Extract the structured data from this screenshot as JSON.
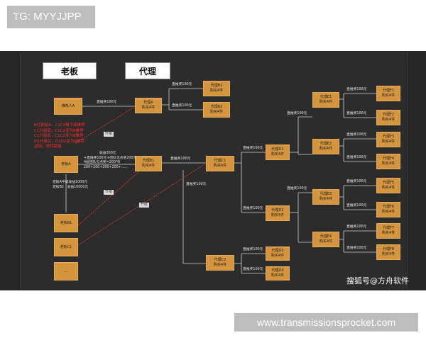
{
  "top_tag": "TG: MYYJJPP",
  "headers": {
    "boss": "老板",
    "agent": "代理"
  },
  "red_note": [
    "B打款给A，C1C2做下级推荐",
    "C1升级后，C1C2变为B推荐",
    "C1升级后，C1C2变为B推荐",
    "D1升级后，D1D2变为B推荐",
    "返回，流转链路"
  ],
  "nodes": {
    "recommender_a": [
      "推荐人A"
    ],
    "boss_a": [
      "老板A"
    ],
    "boss_b1": [
      "老板B1"
    ],
    "boss_c1": [
      "老板C1"
    ],
    "ellipsis": [
      "..."
    ],
    "agent_a": [
      "代理A",
      "购买4件"
    ],
    "agent_b1_top": [
      "代理B1",
      "购买4件"
    ],
    "agent_b2_top": [
      "代理B2",
      "购买4件"
    ],
    "agent_b1": [
      "代理B1",
      "购买4件"
    ],
    "agent_c1": [
      "代理C1",
      "购买4件"
    ],
    "agent_c2": [
      "代理C2",
      "购买4件"
    ],
    "agent_d1": [
      "代理D1",
      "购买4件"
    ],
    "agent_d2": [
      "代理D2",
      "购买4件"
    ],
    "agent_d3": [
      "代理D3",
      "购买4件"
    ],
    "agent_d4": [
      "代理D4",
      "购买4件"
    ],
    "agent_e1": [
      "代理E1",
      "购买4件"
    ],
    "agent_e2": [
      "代理E2",
      "购买4件"
    ],
    "agent_e3": [
      "代理E3",
      "购买4件"
    ],
    "agent_e4": [
      "代理E4",
      "购买4件"
    ],
    "agent_f1": [
      "代理F1",
      "购买4件"
    ],
    "agent_f2": [
      "代理F2",
      "购买4件"
    ],
    "agent_f3": [
      "代理F3",
      "购买4件"
    ],
    "agent_f4": [
      "代理F4",
      "购买4件"
    ],
    "agent_f5": [
      "代理F5",
      "购买4件"
    ],
    "agent_f6": [
      "代理F6",
      "购买4件"
    ],
    "agent_f7": [
      "代理F7",
      "购买4件"
    ],
    "agent_f8": [
      "代理F8",
      "购买4件"
    ]
  },
  "edge_label": "直推奖100元",
  "upgrade_label": "升级",
  "income_lines": [
    "收益300元",
    "+直推奖100元+团队见点奖200元",
    "4层团队见点奖=200*N",
    "200+200+200+200+......"
  ],
  "boss_income": [
    "老板A平级收益1000元",
    "老板B2",
    "收益10000元"
  ],
  "watermark": "搜狐号@方舟软件",
  "bottom_tag": "www.transmissionsprocket.com"
}
